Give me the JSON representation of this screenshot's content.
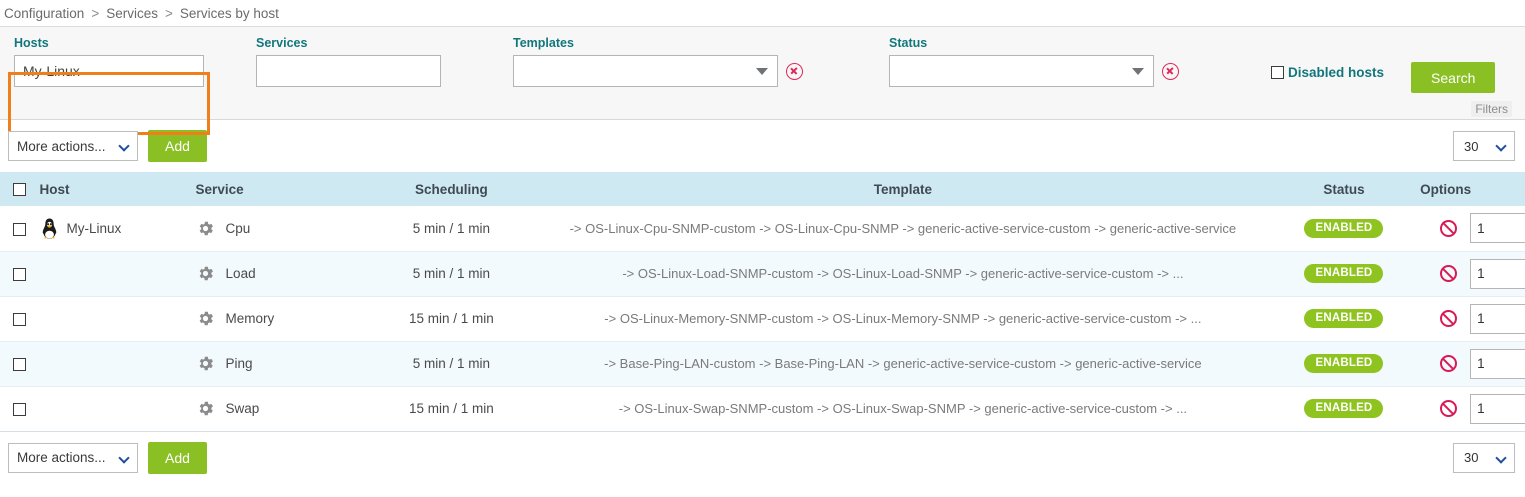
{
  "breadcrumb": {
    "items": [
      "Configuration",
      "Services",
      "Services by host"
    ],
    "separator": ">"
  },
  "filters": {
    "hosts": {
      "label": "Hosts",
      "value": "My-Linux",
      "placeholder": ""
    },
    "services": {
      "label": "Services",
      "value": "",
      "placeholder": ""
    },
    "templates": {
      "label": "Templates",
      "value": "",
      "clear_icon": "clear-circle-x-icon"
    },
    "status": {
      "label": "Status",
      "value": "",
      "clear_icon": "clear-circle-x-icon"
    },
    "disabled_hosts": {
      "label": "Disabled hosts",
      "checked": false
    },
    "search_button": "Search",
    "panel_tag": "Filters",
    "highlight_color": "#ef7f1a",
    "label_color": "#11777d"
  },
  "toolbar": {
    "more_actions": "More actions...",
    "add_label": "Add",
    "page_size": "30",
    "add_color": "#8bc024"
  },
  "table": {
    "columns": [
      "Host",
      "Service",
      "Scheduling",
      "Template",
      "Status",
      "Options"
    ],
    "rows": [
      {
        "host": "My-Linux",
        "host_icon": "tux-linux-icon",
        "service": "Cpu",
        "service_icon": "gear-icon",
        "scheduling": "5 min / 1 min",
        "template": "-> OS-Linux-Cpu-SNMP-custom -> OS-Linux-Cpu-SNMP -> generic-active-service-custom -> generic-active-service",
        "status": "ENABLED",
        "deny_icon": "deny-icon",
        "quantity": "1"
      },
      {
        "host": "",
        "host_icon": "",
        "service": "Load",
        "service_icon": "gear-icon",
        "scheduling": "5 min / 1 min",
        "template": "-> OS-Linux-Load-SNMP-custom -> OS-Linux-Load-SNMP -> generic-active-service-custom -> ...",
        "status": "ENABLED",
        "deny_icon": "deny-icon",
        "quantity": "1"
      },
      {
        "host": "",
        "host_icon": "",
        "service": "Memory",
        "service_icon": "gear-icon",
        "scheduling": "15 min / 1 min",
        "template": "-> OS-Linux-Memory-SNMP-custom -> OS-Linux-Memory-SNMP -> generic-active-service-custom -> ...",
        "status": "ENABLED",
        "deny_icon": "deny-icon",
        "quantity": "1"
      },
      {
        "host": "",
        "host_icon": "",
        "service": "Ping",
        "service_icon": "gear-icon",
        "scheduling": "5 min / 1 min",
        "template": "-> Base-Ping-LAN-custom -> Base-Ping-LAN -> generic-active-service-custom -> generic-active-service",
        "status": "ENABLED",
        "deny_icon": "deny-icon",
        "quantity": "1"
      },
      {
        "host": "",
        "host_icon": "",
        "service": "Swap",
        "service_icon": "gear-icon",
        "scheduling": "15 min / 1 min",
        "template": "-> OS-Linux-Swap-SNMP-custom -> OS-Linux-Swap-SNMP -> generic-active-service-custom -> ...",
        "status": "ENABLED",
        "deny_icon": "deny-icon",
        "quantity": "1"
      }
    ],
    "header_bg": "#cfe9f3",
    "status_badge_color": "#8ec320"
  }
}
